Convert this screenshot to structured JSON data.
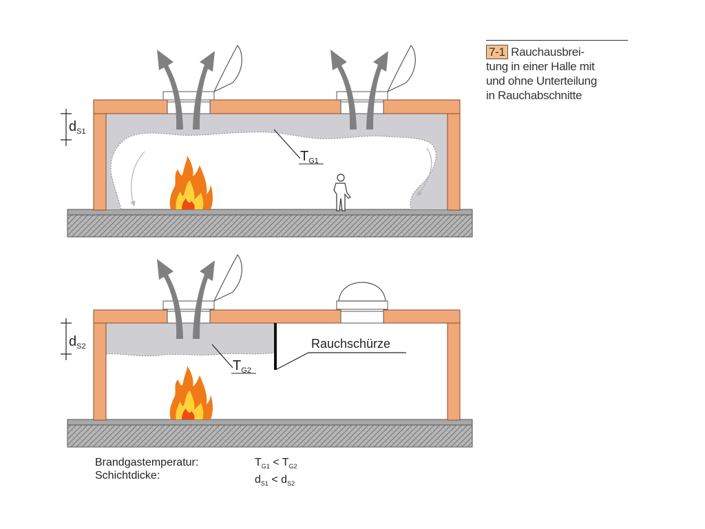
{
  "caption": {
    "number": "7-1",
    "lines": [
      "Rauchausbrei-",
      "tung in einer Halle mit",
      "und ohne Unterteilung",
      "in Rauchabschnitte"
    ]
  },
  "top_panel": {
    "thickness_label": "d",
    "thickness_sub": "S1",
    "temperature_label": "T",
    "temperature_sub": "G1"
  },
  "bottom_panel": {
    "thickness_label": "d",
    "thickness_sub": "S2",
    "temperature_label": "T",
    "temperature_sub": "G2",
    "curtain_label": "Rauchschürze"
  },
  "legend": {
    "row1_label": "Brandgastemperatur:",
    "row2_label": "Schichtdicke:",
    "row1_left": "T",
    "row1_left_sub": "G1",
    "row1_op": " < ",
    "row1_right": "T",
    "row1_right_sub": "G2",
    "row2_left": "d",
    "row2_left_sub": "S1",
    "row2_op": " < ",
    "row2_right": "d",
    "row2_right_sub": "S2"
  },
  "colors": {
    "wall": "#f0a878",
    "wall_stroke": "#8a4a2a",
    "smoke": "#cfcfd3",
    "ground": "#b0b0b0",
    "arrow": "#808080",
    "flame_outer": "#f07a18",
    "flame_inner": "#ffd23c"
  }
}
